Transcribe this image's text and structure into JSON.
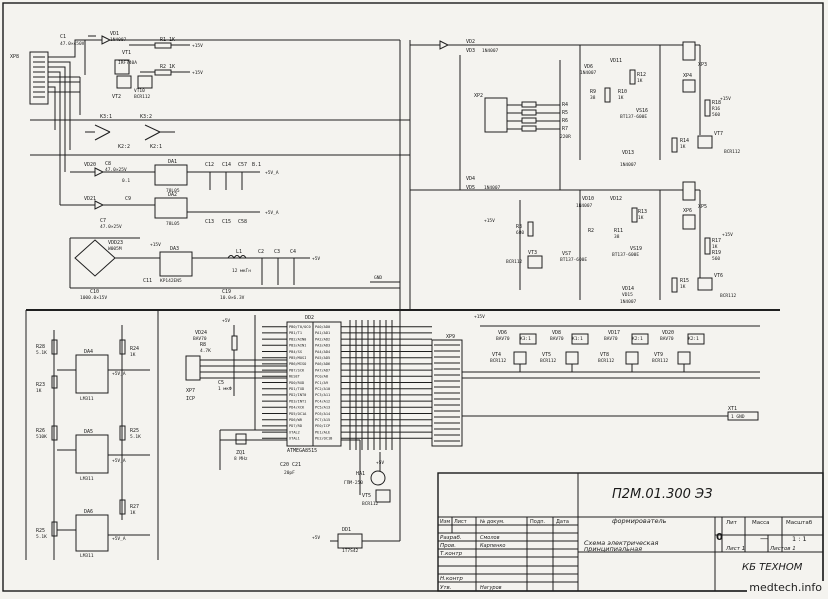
{
  "title_block": {
    "designation": "П2М.01.300 ЭЗ",
    "product_name": "формирователь",
    "doc_title_line1": "Схема электрическая",
    "doc_title_line2": "принципиальная",
    "col_izm": "Изм",
    "col_list": "Лист",
    "col_doc": "№ докум.",
    "col_sign": "Подп.",
    "col_date": "Дата",
    "row_razrab": "Разраб.",
    "row_prov": "Пров.",
    "row_tkontr": "Т.контр",
    "row_nkontr": "Н.контр",
    "row_utv": "Утв.",
    "name_razrab": "Смолов",
    "name_prov": "Карпенко",
    "name_utv": "Нагуров",
    "lit_label": "Лит",
    "mass_label": "Масса",
    "scale_label": "Масштаб",
    "lit_value": "0",
    "mass_value": "—",
    "scale_value": "1 : 1",
    "sheet_label": "Лист 1",
    "sheets_label": "Листов 1",
    "company": "КБ ТЕХНОМ"
  },
  "watermark": "medtech.info",
  "labels": {
    "mcu": "DD2",
    "mcu_name": "ATMEGA8515",
    "mcu_pins_left": [
      "PB0/T0/OC0",
      "PB1/T1",
      "PB2/AIN0",
      "PB3/AIN1",
      "PB4/SS",
      "PB5/MOSI",
      "PB6/MISO",
      "PB7/SCK",
      "RESET",
      "PD0/RXD",
      "PD1/TXD",
      "PD2/INT0",
      "PD3/INT1",
      "PD4/XCK",
      "PD5/OC1A",
      "PD6/WR",
      "PD7/RD",
      "XTAL2",
      "XTAL1"
    ],
    "mcu_pins_right": [
      "PA0/AD0",
      "PA1/AD1",
      "PA2/AD2",
      "PA3/AD3",
      "PA4/AD4",
      "PA5/AD5",
      "PA6/AD6",
      "PA7/AD7",
      "PC0/A8",
      "PC1/A9",
      "PC2/A10",
      "PC3/A11",
      "PC4/A12",
      "PC5/A13",
      "PC6/A14",
      "PC7/A15",
      "PE0/ICP",
      "PE1/ALE",
      "PE2/OC1B"
    ],
    "c1": "C1",
    "c1v": "47.0×450V",
    "vd1": "VD1",
    "vd1v": "1N4007",
    "vt1": "VT1",
    "vt1v": "IRF740A",
    "r1": "R1  1K",
    "r2": "R2  1K",
    "vt2": "VT2",
    "vt2v": "BCR112",
    "vt10": "VT10",
    "k31": "K3:1",
    "k32": "K3:2",
    "k22": "K2:2",
    "k21": "K2:1",
    "xp8": "XP8",
    "xp2": "XP2",
    "xp3": "XP3",
    "xp4": "XP4",
    "xp5": "XP5",
    "xp6": "XP6",
    "xp7": "XP7",
    "xp9": "XP9",
    "vd2": "VD2",
    "vd3": "VD3",
    "vd3v": "1N4007",
    "vd4": "VD4",
    "vd5": "VD5",
    "vd5v": "1N4007",
    "r4": "R4",
    "r5": "R5",
    "r6": "R6",
    "r7": "R7",
    "r7v": "220R",
    "vd20": "VD20",
    "vd21": "VD21",
    "c8": "C8",
    "c8v": "47.0×25V",
    "c6v": "0.1",
    "c9": "C9",
    "c7": "C7",
    "c7v": "47.0×25V",
    "da1": "DA1",
    "da1v": "78L05",
    "da2": "DA2",
    "da2v": "78L05",
    "da3": "DA3",
    "da3v": "KP142EN5",
    "c12": "C12",
    "c14": "C14",
    "c57": "C57",
    "b1": "B.1",
    "c13": "C13",
    "c15": "C15",
    "c58": "C58",
    "p5va": "+5V_A",
    "p15v": "+15V",
    "p5v": "+5V",
    "vdd23": "VDD23",
    "vdd23v": "W005M",
    "c11": "C11",
    "c10": "C10",
    "c10v": "1000.0×15V",
    "l1": "L1",
    "l1v": "12 мкГн",
    "c2": "C2",
    "c3": "C3",
    "c4": "C4",
    "c19": "C19",
    "c19v": "10.0×6.3V",
    "vd24": "VD24",
    "vd24v": "BAV70",
    "r8": "R8",
    "r8v": "4.7K",
    "c5": "C5",
    "c5v": "1 мкФ",
    "icp": "ICP",
    "zq1": "ZQ1",
    "zq1v": "8 MHz",
    "c20": "C20 C21",
    "c20v": "20pF",
    "ha1": "HA1",
    "ha1v": "ГПМ-250",
    "vt5": "VT5",
    "vt5v": "BCR112",
    "dd1": "DD1",
    "dd1v": "1T7S42",
    "r28": "R28",
    "r28v": "5.1K",
    "r23": "R23",
    "r23v": "1K",
    "r24": "R24",
    "r24v": "1K",
    "da4": "DA4",
    "da5": "DA5",
    "da6": "DA6",
    "lm311": "LM311",
    "r26": "R26",
    "r26v": "510K",
    "r25": "R25",
    "r25v": "5.1K",
    "r27": "R27",
    "r27v": "1K",
    "vd11": "VD11",
    "vd6": "VD6",
    "vd6v": "1N4007",
    "r12": "R12",
    "r12v": "1K",
    "r9": "R9",
    "r9v": "38",
    "r10": "R10",
    "r10v": "1K",
    "r18": "R18",
    "r18v": "1K",
    "r16": "R16",
    "r16v": "560",
    "vs16": "VS16",
    "vs16v": "BT137-600E",
    "vd13": "VD13",
    "vd13v": "1N4007",
    "r14": "R14",
    "r14v": "1K",
    "vt7": "VT7",
    "vt7v": "BCR112",
    "vd10": "VD10",
    "vd10v": "1N4007",
    "vd12": "VD12",
    "r13": "R13",
    "r13v": "1K",
    "r3": "R3",
    "r3v": "680",
    "r2b": "R2",
    "r11": "R11",
    "r11v": "38",
    "vs19": "VS19",
    "vs19v": "BT137-600E",
    "vs7": "VS7",
    "vs7v": "BT137-600E",
    "r17": "R17",
    "r17v": "1K",
    "r19": "R19",
    "r19v": "560",
    "vt3": "VT3",
    "vt3v": "BCR112",
    "vd14": "VD14",
    "vd14v": "1N4007",
    "vd15": "VD15",
    "r15": "R15",
    "r15v": "1K",
    "vt6": "VT6",
    "vt6v": "BCR112",
    "vd6b": "VD6",
    "vd6bv": "BAV70",
    "vd8": "VD8",
    "vd8v": "BAV70",
    "vd17": "VD17",
    "vd17v": "BAV70",
    "vd20b": "VD20",
    "vd20bv": "BAV70",
    "vt4": "VT4",
    "vt4v": "BCR112",
    "vt8": "VT8",
    "vt8v": "BCR112",
    "vt9": "VT9",
    "vt9v": "BCR112",
    "k3": "K3:1",
    "k1": "K1:1",
    "k2": "K2:1",
    "xt1": "XT1",
    "xt1v": "1 GND",
    "gnd": "GND"
  }
}
